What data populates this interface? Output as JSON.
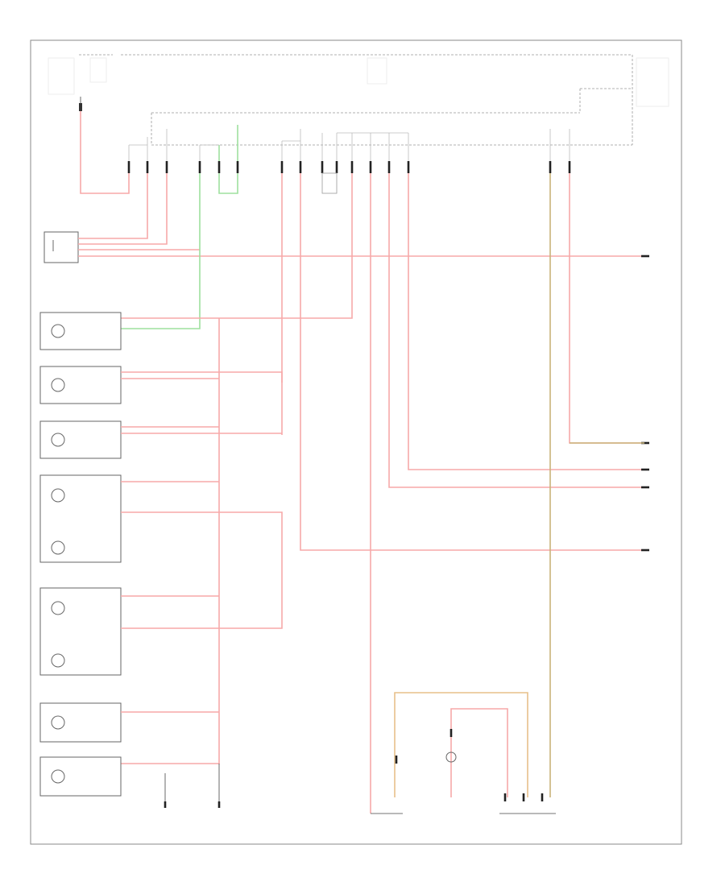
{
  "diagram": {
    "page_label": "",
    "colors": {
      "red_wire": "#f7a9a9",
      "green_wire": "#9ee09e",
      "yellow_wire": "#c9b37a",
      "orange_wire": "#e7c08a",
      "frame": "#666666"
    },
    "components": [
      {
        "id": "fuse-box",
        "label": ""
      },
      {
        "id": "body-module",
        "label": ""
      },
      {
        "id": "module-right",
        "label": ""
      },
      {
        "id": "switch-module",
        "label": ""
      },
      {
        "id": "lamp-1",
        "label": ""
      },
      {
        "id": "lamp-2",
        "label": ""
      },
      {
        "id": "lamp-3",
        "label": ""
      },
      {
        "id": "lamp-4",
        "label": ""
      },
      {
        "id": "lamp-5",
        "label": ""
      },
      {
        "id": "lamp-6",
        "label": ""
      },
      {
        "id": "lamp-7",
        "label": ""
      },
      {
        "id": "ground-1",
        "label": ""
      },
      {
        "id": "ground-2",
        "label": ""
      }
    ],
    "connectors_right": [
      "",
      "",
      "",
      "",
      ""
    ]
  }
}
